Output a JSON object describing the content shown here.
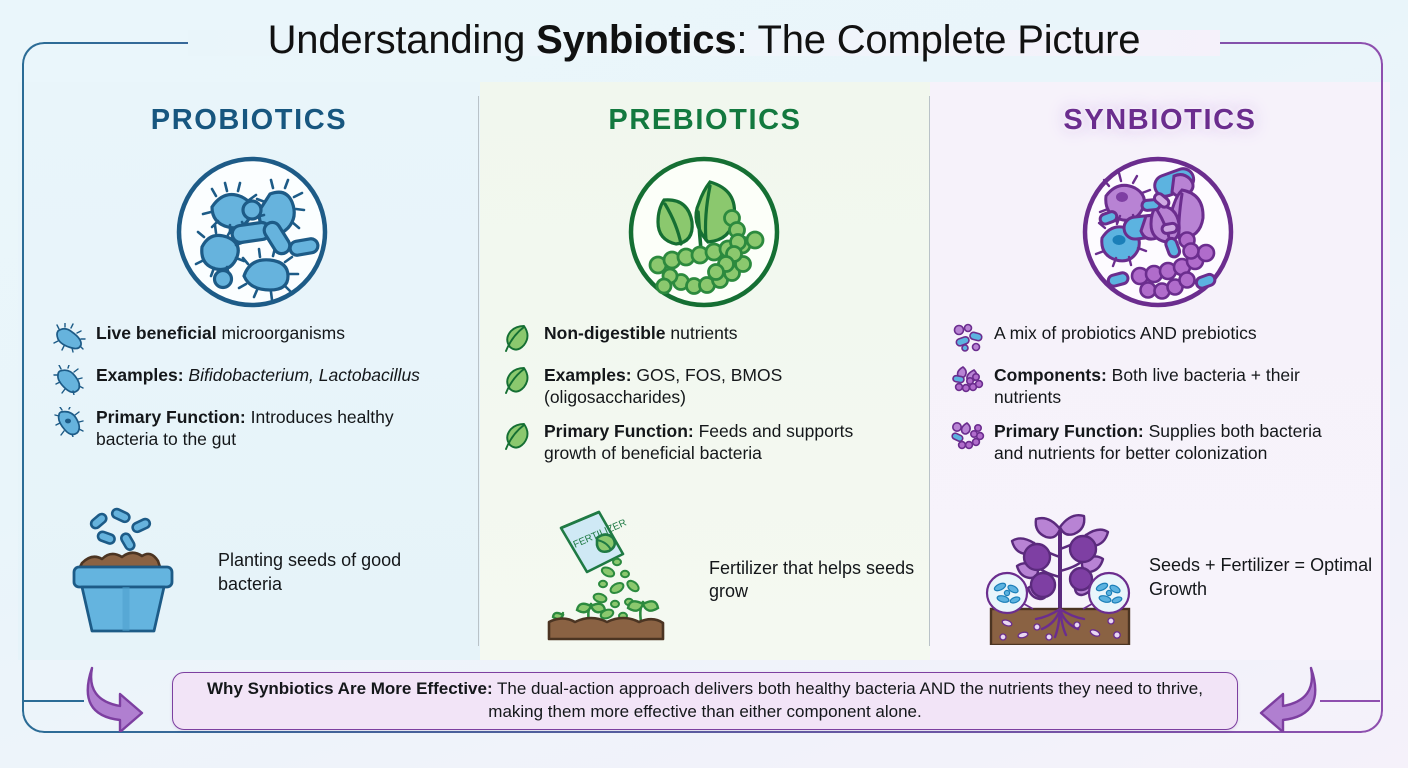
{
  "title": {
    "prefix": "Understanding ",
    "bold": "Synbiotics",
    "suffix": ": The Complete Picture"
  },
  "colors": {
    "probiotic_blue": "#17567f",
    "prebiotic_green": "#13793f",
    "synbiotic_purple": "#6b2d8e",
    "banner_bg": "#f2e4f7",
    "banner_border": "#7d3fa0"
  },
  "columns": [
    {
      "key": "probiotics",
      "heading": "PROBIOTICS",
      "emblem_icon": "petri-dish-bacteria-icon",
      "bullet_icon": "bacterium-blue-icon",
      "bullets": [
        {
          "bold": "Live beneficial",
          "rest": " microorganisms",
          "italic": ""
        },
        {
          "bold": "Examples:",
          "rest": " ",
          "italic": "Bifidobacterium, Lactobacillus"
        },
        {
          "bold": "Primary Function:",
          "rest": " Introduces healthy bacteria to the gut",
          "italic": ""
        }
      ],
      "analogy": {
        "art": "flower-pot-with-seeds-icon",
        "caption": "Planting seeds of good bacteria"
      }
    },
    {
      "key": "prebiotics",
      "heading": "PREBIOTICS",
      "emblem_icon": "leaves-and-fiber-chains-icon",
      "bullet_icon": "leaf-green-icon",
      "bullets": [
        {
          "bold": "Non-digestible",
          "rest": " nutrients",
          "italic": ""
        },
        {
          "bold": "Examples:",
          "rest": " GOS, FOS, BMOS (oligosaccharides)",
          "italic": ""
        },
        {
          "bold": "Primary Function:",
          "rest": " Feeds and supports growth of beneficial bacteria",
          "italic": ""
        }
      ],
      "analogy": {
        "art": "fertilizer-bag-pouring-icon",
        "caption": "Fertilizer that helps seeds grow"
      }
    },
    {
      "key": "synbiotics",
      "heading": "SYNBIOTICS",
      "emblem_icon": "mixed-bacteria-and-fiber-icon",
      "bullet_icon": "bacteria-and-fiber-purple-icon",
      "bullets": [
        {
          "bold": "",
          "rest": "A mix of probiotics AND prebiotics",
          "italic": ""
        },
        {
          "bold": "Components:",
          "rest": " Both live bacteria + their nutrients",
          "italic": ""
        },
        {
          "bold": "Primary Function:",
          "rest": " Supplies both bacteria and nutrients for better colonization",
          "italic": ""
        }
      ],
      "analogy": {
        "art": "fruiting-plant-with-roots-icon",
        "caption": "Seeds + Fertilizer = Optimal Growth"
      }
    }
  ],
  "banner": {
    "bold": "Why Synbiotics Are More Effective:",
    "rest": " The dual-action approach delivers both healthy bacteria AND the nutrients they need to thrive, making them more effective than either component alone.",
    "arrow_left_icon": "curved-arrow-right-icon",
    "arrow_right_icon": "curved-arrow-left-icon"
  }
}
